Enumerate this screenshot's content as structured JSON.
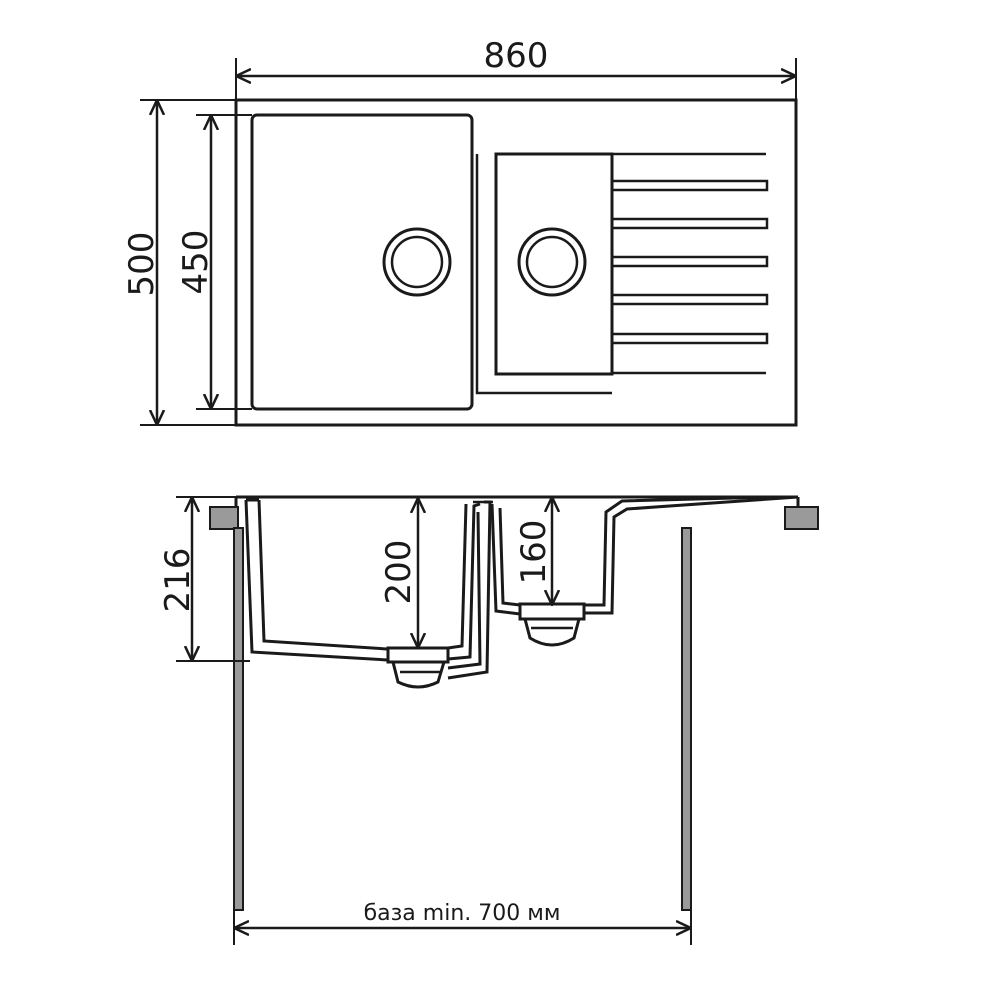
{
  "dimensions": {
    "width": "860",
    "depth": "500",
    "inner_depth": "450",
    "height": "216",
    "bowl_depth_large": "200",
    "bowl_depth_small": "160"
  },
  "base_label": "база min. 700 мм",
  "colors": {
    "line": "#1a1a1a",
    "background": "#ffffff",
    "mount": "#9a9a9a"
  }
}
